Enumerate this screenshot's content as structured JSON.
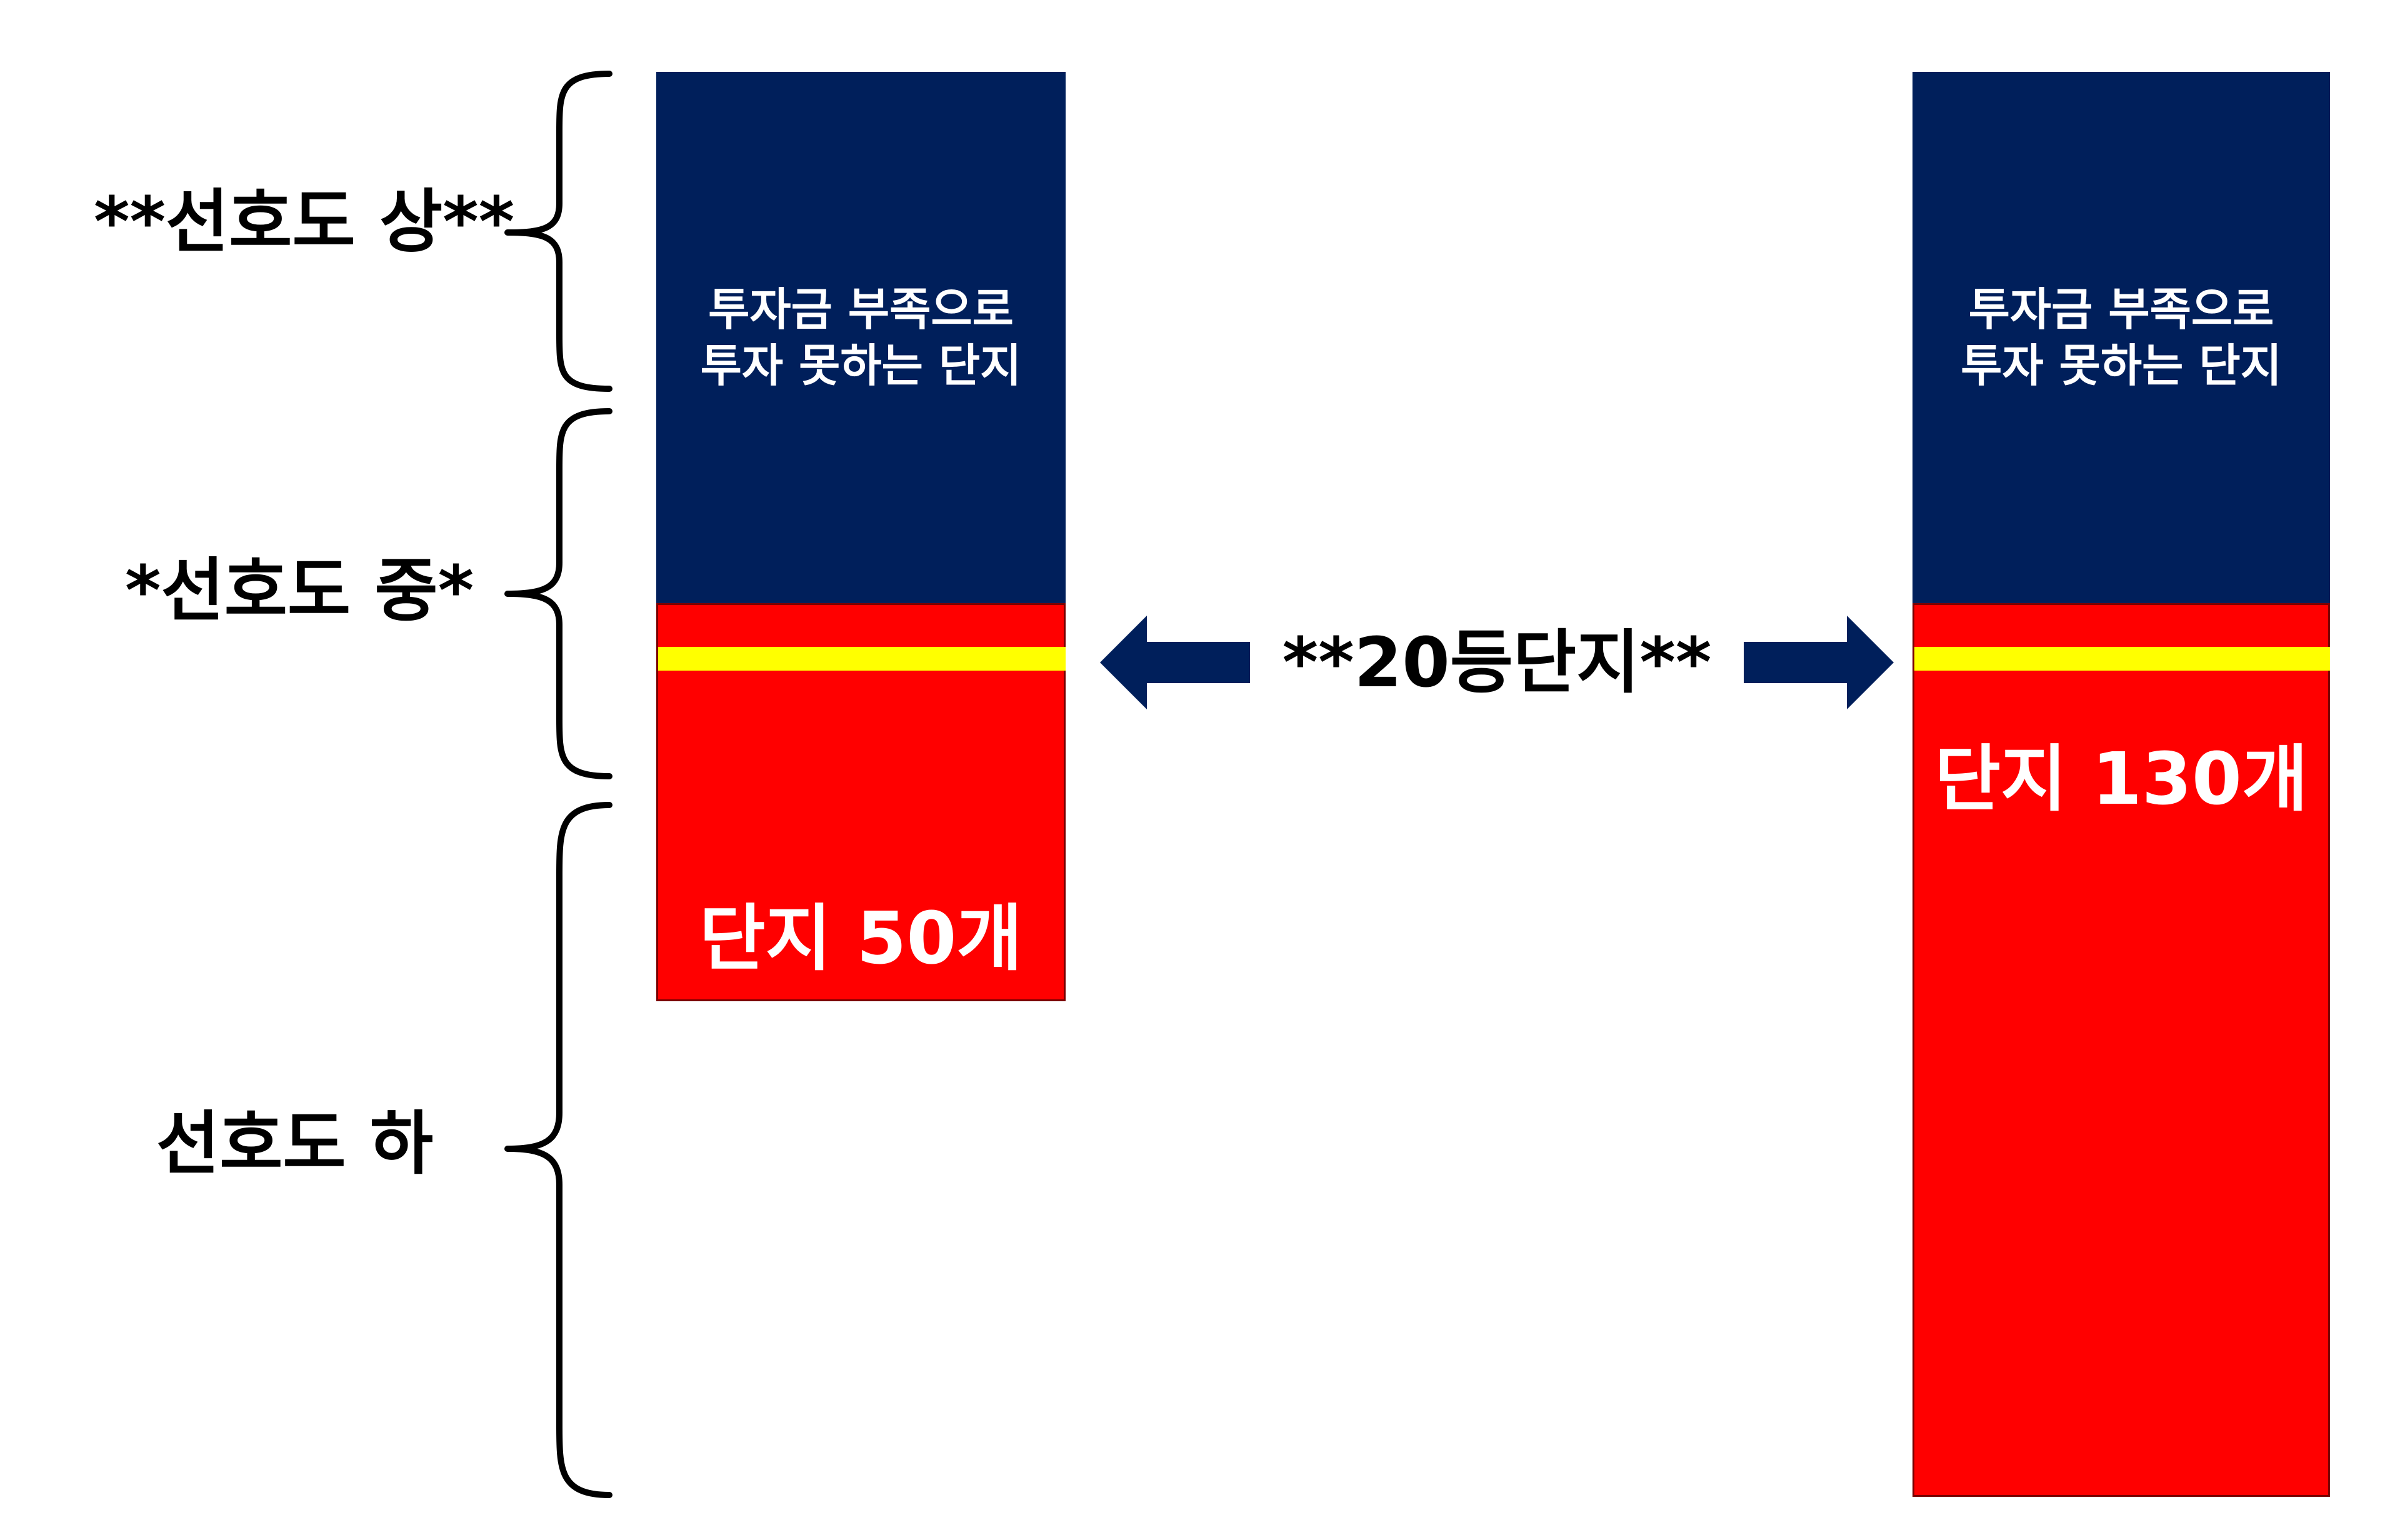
{
  "tiers": [
    {
      "label": "**선호도 상**"
    },
    {
      "label": "*선호도 중*"
    },
    {
      "label": "선호도 하"
    }
  ],
  "left_column": {
    "top_text_line1": "투자금 부족으로",
    "top_text_line2": "투자 못하는 단지",
    "count_label": "단지 50개"
  },
  "right_column": {
    "top_text_line1": "투자금 부족으로",
    "top_text_line2": "투자 못하는 단지",
    "count_label": "단지 130개"
  },
  "rank_marker": {
    "label": "**20등단지**"
  },
  "colors": {
    "navy": "#001f5b",
    "red": "#ff0000",
    "highlight": "#ffff00",
    "text_on_dark": "#ffffff"
  },
  "icons": {
    "left_arrow": "arrow-left-icon",
    "right_arrow": "arrow-right-icon",
    "brace": "curly-brace-icon"
  }
}
